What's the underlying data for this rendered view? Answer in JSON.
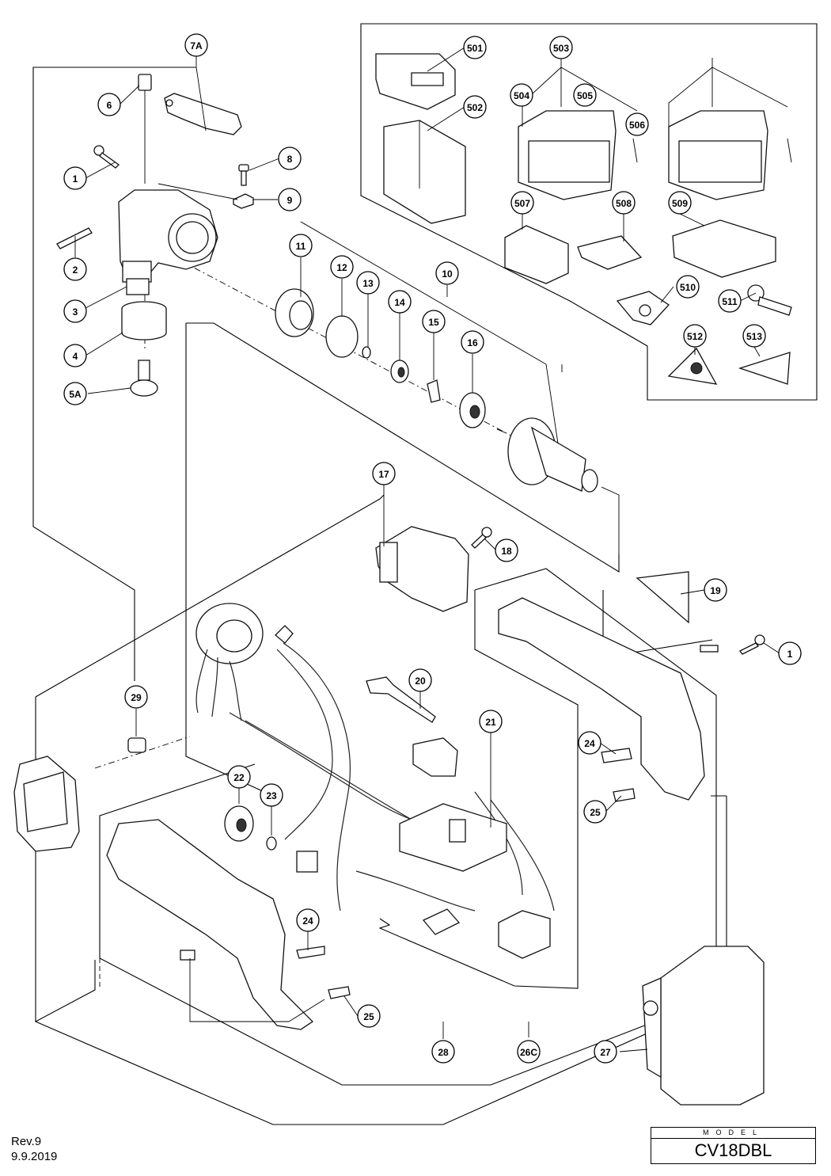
{
  "document": {
    "revision": "Rev.9",
    "date": "9.9.2019",
    "model_label": "MODEL",
    "model_name": "CV18DBL"
  },
  "callouts": [
    "7A",
    "6",
    "8",
    "1",
    "9",
    "2",
    "3",
    "4",
    "5A",
    "11",
    "12",
    "13",
    "14",
    "15",
    "16",
    "10",
    "501",
    "502",
    "503",
    "504",
    "505",
    "506",
    "507",
    "508",
    "509",
    "510",
    "511",
    "512",
    "513",
    "17",
    "18",
    "19",
    "20",
    "21",
    "22",
    "23",
    "24",
    "25",
    "26C",
    "27",
    "28",
    "29"
  ]
}
